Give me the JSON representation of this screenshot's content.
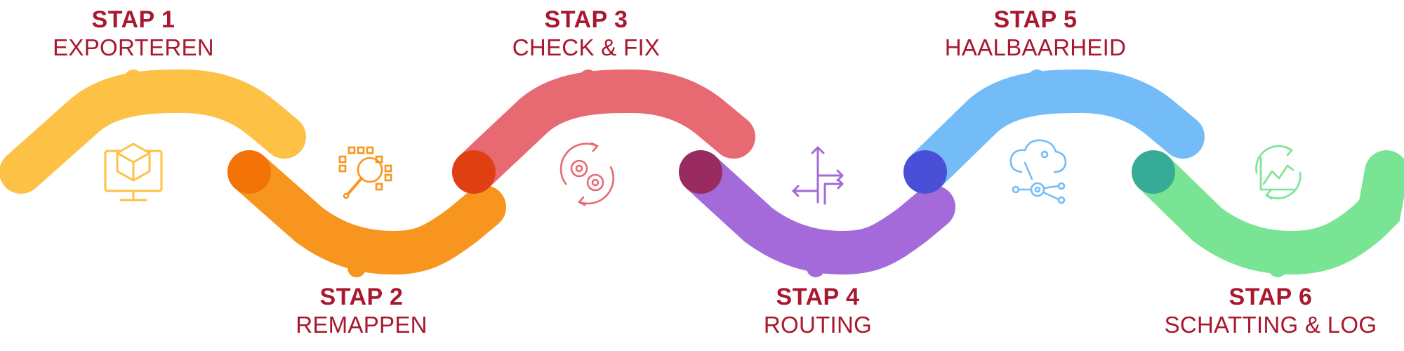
{
  "steps": [
    {
      "title": "STAP 1",
      "subtitle": "EXPORTEREN",
      "color": "#fcc145",
      "icon": "monitor-cube-icon"
    },
    {
      "title": "STAP 2",
      "subtitle": "REMAPPEN",
      "color": "#f7951f",
      "icon": "magnifier-pixels-icon"
    },
    {
      "title": "STAP 3",
      "subtitle": "CHECK & FIX",
      "color": "#e76a72",
      "icon": "gears-cycle-icon"
    },
    {
      "title": "STAP 4",
      "subtitle": "ROUTING",
      "color": "#a46ad9",
      "icon": "direction-arrows-icon"
    },
    {
      "title": "STAP 5",
      "subtitle": "HAALBAARHEID",
      "color": "#74bcf8",
      "icon": "cloud-network-gear-icon"
    },
    {
      "title": "STAP 6",
      "subtitle": "SCHATTING & LOG",
      "color": "#79e493",
      "icon": "chart-refresh-icon"
    }
  ],
  "colors": {
    "text": "#a8182f",
    "joints": [
      "#f37306",
      "#e03f12",
      "#992b61",
      "#4a4fd8",
      "#36ab96"
    ]
  }
}
